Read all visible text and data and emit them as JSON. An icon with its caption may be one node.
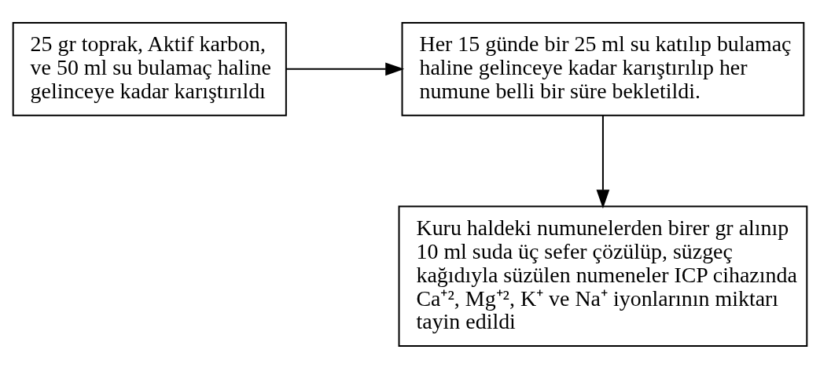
{
  "diagram": {
    "nodes": [
      {
        "text": [
          "25 gr toprak, Aktif karbon, ve 50 ml su bulamaç haline gelinceye kadar karıştırıldı"
        ]
      },
      {
        "text": [
          "Her 15 günde bir 25 ml su katılıp bulamaç haline gelinceye kadar karıştırılıp her numune belli bir süre bekletildi."
        ]
      },
      {
        "text": [
          "Kuru haldeki numunelerden birer gr alınıp 10 ml suda üç sefer çözülüp, süzgeç kağıdıyla süzülen numeneler ICP cihazında Ca⁺², Mg⁺², K⁺ ve Na⁺ iyonlarının miktarı tayin edildi"
        ]
      }
    ],
    "edges": [
      {
        "from": 0,
        "to": 1,
        "arrow": "to"
      },
      {
        "from": 1,
        "to": 2,
        "arrow": "to"
      }
    ]
  }
}
